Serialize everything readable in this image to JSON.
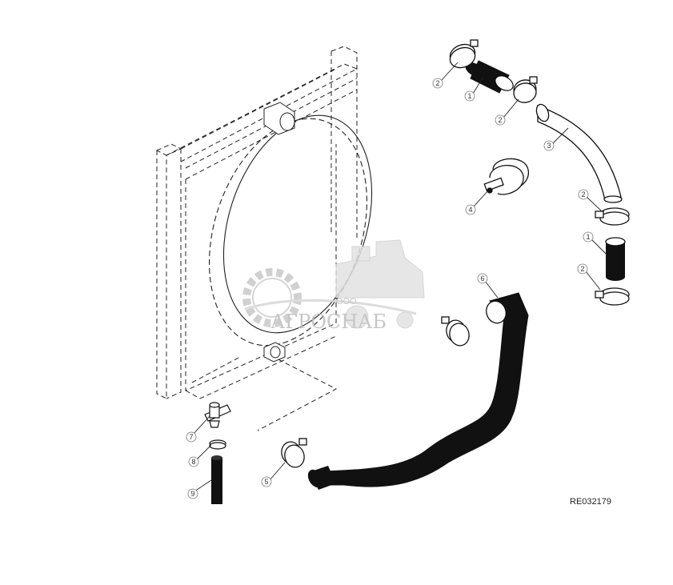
{
  "diagram": {
    "reference_code": "RE032179",
    "callouts": [
      "1",
      "1",
      "2",
      "2",
      "2",
      "2",
      "3",
      "4",
      "5",
      "6",
      "7",
      "8",
      "9"
    ]
  },
  "watermark": {
    "prefix": "ООО",
    "brand": "АГРОСНАБ"
  }
}
